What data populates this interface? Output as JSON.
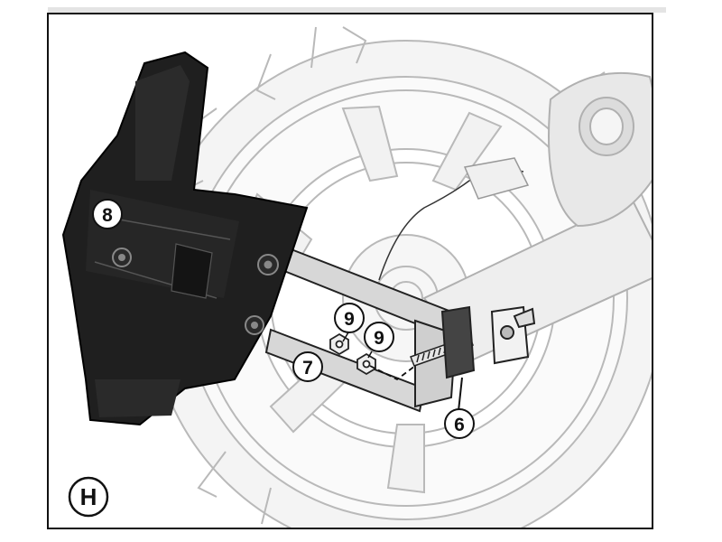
{
  "figure": {
    "step_label": "H",
    "callouts": [
      {
        "id": "part-8",
        "label": "8"
      },
      {
        "id": "part-9-upper",
        "label": "9"
      },
      {
        "id": "part-9-lower",
        "label": "9"
      },
      {
        "id": "part-7",
        "label": "7"
      },
      {
        "id": "part-6",
        "label": "6"
      }
    ]
  }
}
